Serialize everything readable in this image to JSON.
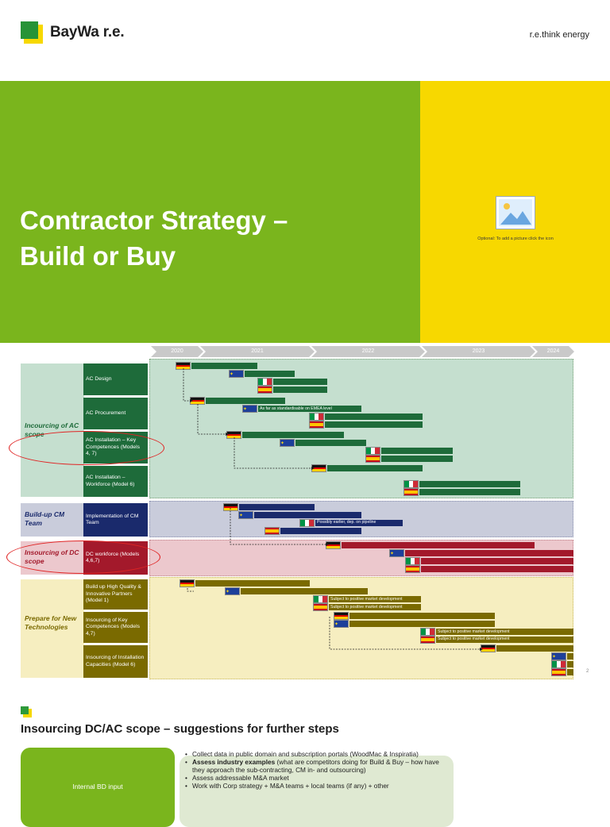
{
  "header": {
    "brand": "BayWa r.e.",
    "tagline": "r.e.think energy"
  },
  "title_slide": {
    "title_line1": "Contractor Strategy –",
    "title_line2": "Build or Buy",
    "picture_hint": "Optional: To add a picture click the icon"
  },
  "timeline": {
    "years": [
      "2020",
      "2021",
      "2022",
      "2023",
      "2024"
    ],
    "sections": [
      {
        "label": "Incourcing of AC scope",
        "sub": [
          "AC Design",
          "AC Procurement",
          "AC Installation – Key Competences (Models 4, 7)",
          "AC Installation – Workforce (Model 6)"
        ]
      },
      {
        "label": "Build-up CM Team",
        "sub": [
          "Implementation of CM Team"
        ]
      },
      {
        "label": "Insourcing of DC scope",
        "sub": [
          "DC workforce (Models 4,6,7)"
        ]
      },
      {
        "label": "Prepare for New Technologies",
        "sub": [
          "Build up High Quality & Innovative Partners (Model 1)",
          "Insourcing of Key Competences (Models 4,7)",
          "Insourcing of Installation Capacities (Model 6)"
        ]
      }
    ],
    "notes": {
      "emea": "As far as standardisable on EMEA level",
      "pipeline": "Possibly earlier, dep. on pipeline",
      "market": "Subject to positive market development"
    },
    "page_number": "2"
  },
  "next_steps": {
    "title": "Insourcing DC/AC scope – suggestions for further steps",
    "panel_label": "Internal BD input",
    "bullets": [
      "Collect data in public domain and subscription portals (WoodMac & Inspiratia)",
      "Assess industry examples (what are competitors doing for Build & Buy – how have they approach the sub-contracting, CM in- and outsourcing)",
      "Assess addressable M&A market",
      "Work with Corp strategy + M&A teams + local teams (if any) + other"
    ],
    "bold_phrase": "industry examples"
  },
  "colors": {
    "brand_green": "#7ab51d",
    "brand_yellow": "#f7d800",
    "ac_green": "#1e6b3a",
    "cm_navy": "#1a2a6c",
    "dc_red": "#a3192b",
    "tech_olive": "#7a6a00"
  }
}
